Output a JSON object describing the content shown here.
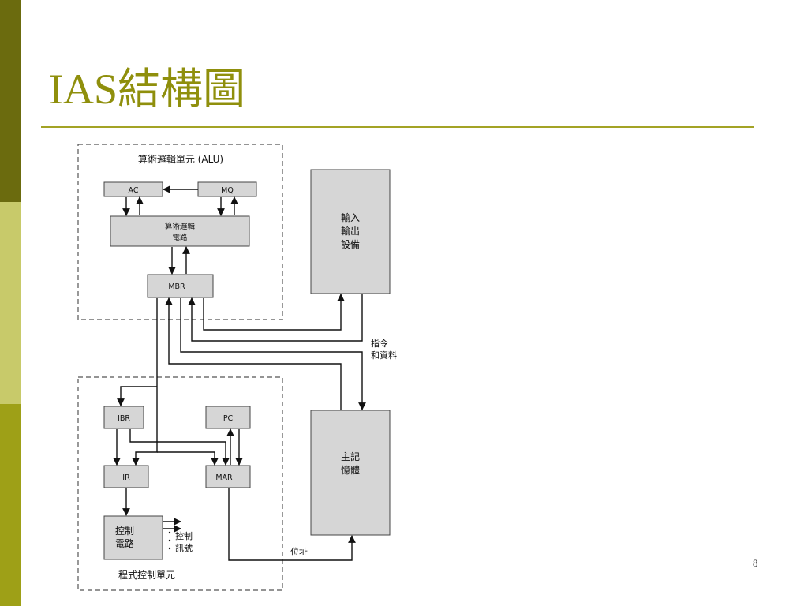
{
  "slide": {
    "title": "IAS結構圖",
    "page_number": "8"
  },
  "colors": {
    "sidebar_dark": "#6b6b0e",
    "sidebar_light": "#c8ca6a",
    "sidebar_mid": "#9ea017",
    "title": "#8f8f0c",
    "rule": "#a3a325",
    "box_fill": "#d6d6d6"
  },
  "diagram": {
    "alu_label": "算術邏輯單元 (ALU)",
    "control_label": "程式控制單元",
    "boxes": {
      "ac": "AC",
      "mq": "MQ",
      "alu_circuit_1": "算術邏輯",
      "alu_circuit_2": "電路",
      "mbr": "MBR",
      "ibr": "IBR",
      "pc": "PC",
      "ir": "IR",
      "mar": "MAR",
      "control_circuit_1": "控制",
      "control_circuit_2": "電路",
      "io_1": "輸入",
      "io_2": "輸出",
      "io_3": "設備",
      "memory_1": "主記",
      "memory_2": "憶體"
    },
    "annotations": {
      "instr_data_1": "指令",
      "instr_data_2": "和資料",
      "control_signals_1": "控制",
      "control_signals_2": "訊號",
      "address": "位址"
    }
  }
}
